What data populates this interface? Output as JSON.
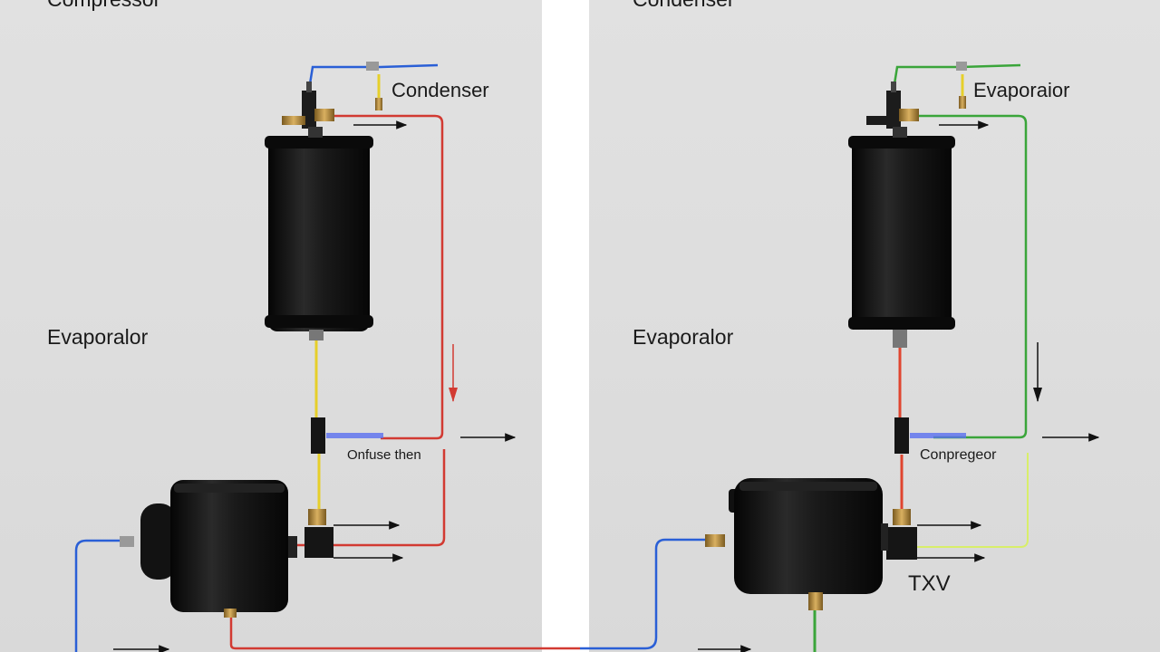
{
  "left_panel": {
    "top_label": "Compressor",
    "condenser_label": "Condenser",
    "evaporator_label": "Evaporalor",
    "small_label": "Onfuse then"
  },
  "right_panel": {
    "top_label": "Condenser",
    "evaporator_top_label": "Evaporaior",
    "evaporator_label": "Evaporalor",
    "small_label": "Conpregeor",
    "txv_label": "TXV"
  },
  "colors": {
    "high_pressure_line": "#d23a32",
    "suction_line": "#2a5fd6",
    "liquid_line": "#e6cf2a",
    "green_line": "#3aa53a",
    "tank": "#151515"
  }
}
